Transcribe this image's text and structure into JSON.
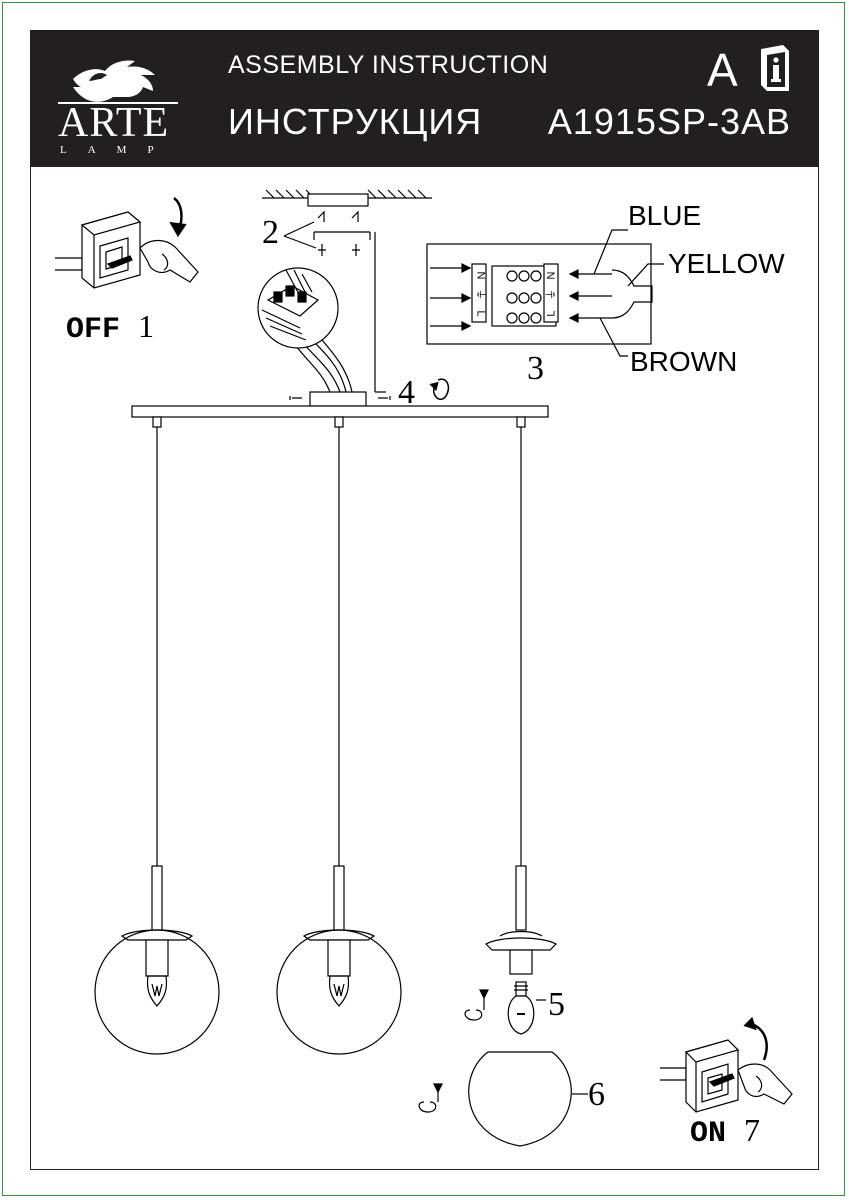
{
  "header": {
    "brand": "ARTE",
    "brand_sub": "LAMP",
    "title_en": "ASSEMBLY INSTRUCTION",
    "title_ru": "ИНСТРУКЦИЯ",
    "model": "A1915SP-3AB",
    "doc_letter": "A"
  },
  "steps": {
    "s1_word": "OFF",
    "s1_num": "1",
    "s2": "2",
    "s3": "3",
    "s4": "4",
    "s5": "5",
    "s6": "6",
    "s7_word": "ON",
    "s7_num": "7"
  },
  "wires": {
    "blue": "BLUE",
    "yellow": "YELLOW",
    "brown": "BROWN"
  },
  "terminals": {
    "left": [
      "N",
      "⏚",
      "L"
    ],
    "right": [
      "N",
      "⏚",
      "L"
    ]
  },
  "colors": {
    "header_bg": "#231f20",
    "frame": "#2e9a3a",
    "ink": "#000000"
  }
}
